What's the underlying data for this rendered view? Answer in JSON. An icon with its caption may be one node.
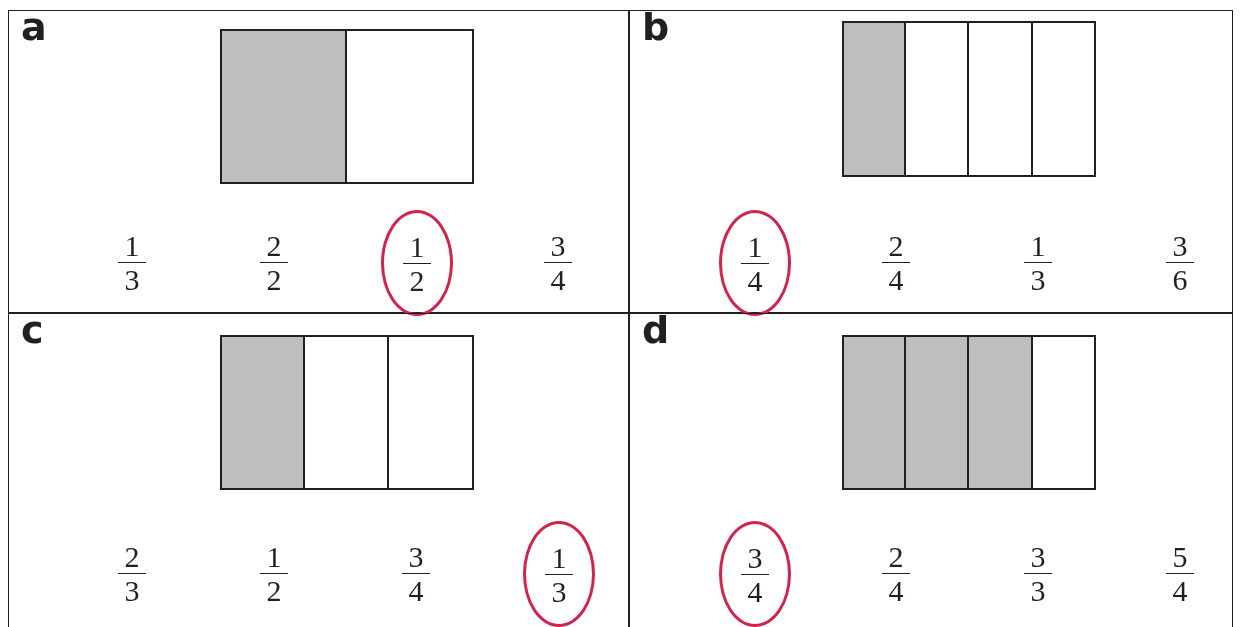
{
  "diagram": {
    "nodes": [
      {
        "text": [
          "a"
        ]
      },
      {
        "text": [],
        "shape": "box",
        "in": 0
      },
      {
        "text": [],
        "shape": "box",
        "in": 0
      },
      {
        "text": [
          "1/2"
        ],
        "in": 0
      },
      {
        "text": [
          "b"
        ]
      },
      {
        "text": [],
        "shape": "box",
        "in": 4
      },
      {
        "text": [],
        "shape": "box",
        "in": 4
      },
      {
        "text": [],
        "shape": "box",
        "in": 4
      },
      {
        "text": [],
        "shape": "box",
        "in": 4
      },
      {
        "text": [
          "1/4"
        ],
        "in": 4
      },
      {
        "text": [
          "c"
        ]
      },
      {
        "text": [],
        "shape": "box",
        "in": 10
      },
      {
        "text": [],
        "shape": "box",
        "in": 10
      },
      {
        "text": [],
        "shape": "box",
        "in": 10
      },
      {
        "text": [
          "1/3"
        ],
        "in": 10
      },
      {
        "text": [
          "d"
        ]
      },
      {
        "text": [],
        "shape": "box",
        "in": 15
      },
      {
        "text": [],
        "shape": "box",
        "in": 15
      },
      {
        "text": [],
        "shape": "box",
        "in": 15
      },
      {
        "text": [],
        "shape": "box",
        "in": 15
      },
      {
        "text": [
          "3/4"
        ],
        "in": 15
      }
    ],
    "edges": [],
    "labels": [
      "1/3",
      "2/2",
      "3/4",
      "2/4",
      "1/3",
      "3/6",
      "2/3",
      "1/2",
      "3/4",
      "2/4",
      "3/3",
      "5/4"
    ]
  }
}
